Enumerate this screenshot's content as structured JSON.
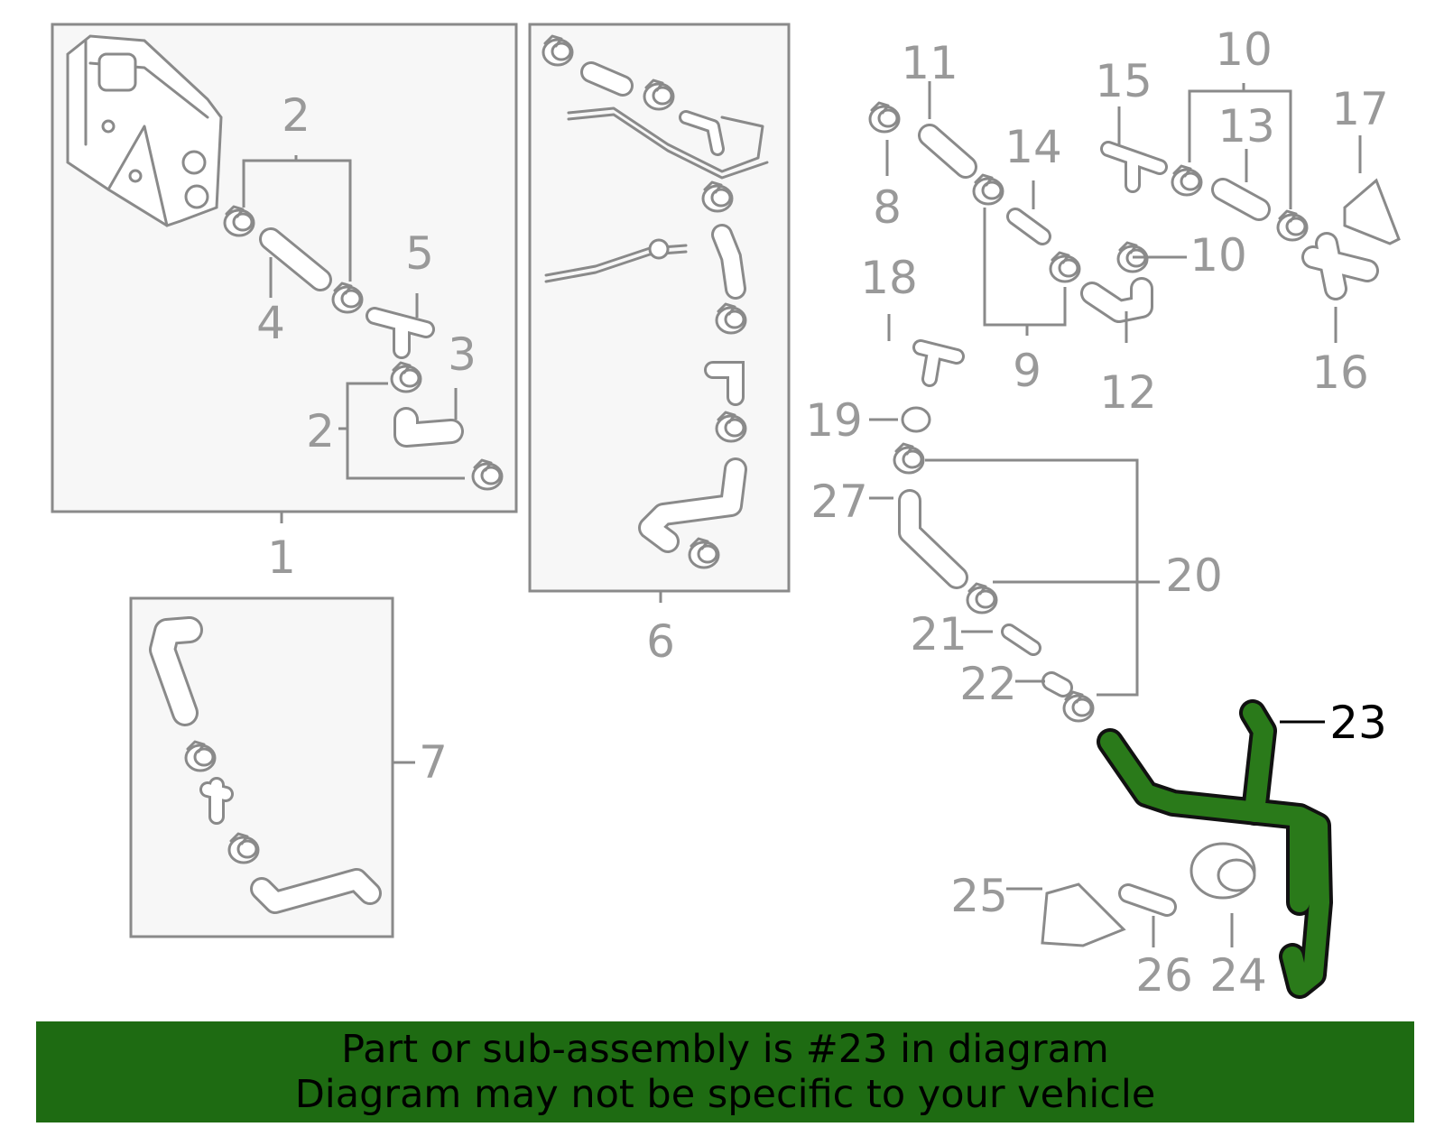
{
  "colors": {
    "banner_bg": "#1e6b12",
    "highlight_fill": "#2a7a1a",
    "box_fill": "#f7f7f7",
    "line_gray": "#8a8a8a",
    "label_gray": "#999999"
  },
  "labels": [
    "1",
    "2",
    "2",
    "3",
    "4",
    "5",
    "6",
    "7",
    "8",
    "9",
    "10",
    "10",
    "11",
    "12",
    "13",
    "14",
    "15",
    "16",
    "17",
    "18",
    "19",
    "20",
    "21",
    "22",
    "23",
    "24",
    "25",
    "26",
    "27"
  ],
  "highlighted_part": "23",
  "banner": {
    "line1": "Part or sub-assembly is #23 in diagram",
    "line2": "Diagram may not be specific to your vehicle"
  }
}
